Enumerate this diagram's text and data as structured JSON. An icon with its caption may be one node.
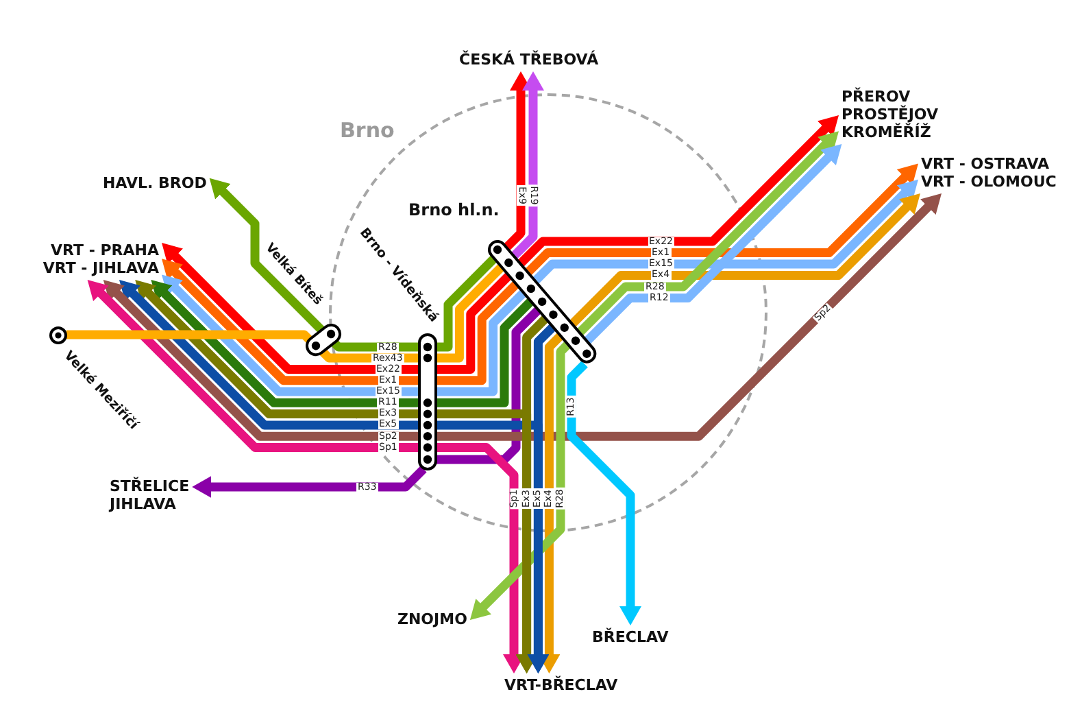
{
  "diagram": {
    "nodes": [
      {
        "text": [
          "ČESKÁ TŘEBOVÁ"
        ]
      },
      {
        "text": [
          "PŘEROV PROSTĚJOV KROMĚŘÍŽ"
        ]
      },
      {
        "text": [
          "Brno"
        ]
      },
      {
        "text": [],
        "shape": "bar",
        "beside": [
          "Brno hl.n."
        ],
        "in": 2
      },
      {
        "text": [],
        "shape": "bar",
        "beside": [
          "Brno - Vídeňská"
        ],
        "in": 2
      },
      {
        "text": [
          "VRT - OSTRAVA VRT - OLOMOUC"
        ]
      },
      {
        "text": [
          "HAVL. BROD"
        ]
      },
      {
        "text": [
          "VRT - PRAHA VRT - JIHLAVA"
        ]
      },
      {
        "text": [],
        "shape": "bar",
        "beside": [
          "Velká Bíteš"
        ]
      },
      {
        "text": [],
        "shape": "circle",
        "beside": [
          "Velké Meziříčí"
        ]
      },
      {
        "text": [
          "STŘELICE JIHLAVA"
        ]
      },
      {
        "text": [
          "ZNOJMO"
        ]
      },
      {
        "text": [
          "BŘECLAV"
        ]
      },
      {
        "text": [
          "VRT-BŘECLAV"
        ]
      }
    ],
    "edges": [
      {
        "from": 3,
        "to": 0,
        "arrow": "to",
        "label": "Ex9",
        "color": "#ff0000"
      },
      {
        "from": 3,
        "to": 0,
        "arrow": "to",
        "label": "R19",
        "color": "#c54cf0"
      },
      {
        "from": 4,
        "to": 7,
        "arrow": "to",
        "label": "Ex22",
        "color": "#ff0000"
      },
      {
        "from": 4,
        "to": 7,
        "arrow": "to",
        "label": "Ex1",
        "color": "#ff6600"
      },
      {
        "from": 4,
        "to": 7,
        "arrow": "to",
        "label": "Ex15",
        "color": "#7ab6ff"
      },
      {
        "from": 4,
        "to": 7,
        "arrow": "to",
        "label": "R11",
        "color": "#2b7a0b"
      },
      {
        "from": 4,
        "to": 7,
        "arrow": "to",
        "label": "Ex3",
        "color": "#7a7a00"
      },
      {
        "from": 4,
        "to": 7,
        "arrow": "to",
        "label": "Ex5",
        "color": "#0d4ea6"
      },
      {
        "from": 4,
        "to": 7,
        "arrow": "to",
        "label": "Sp2",
        "color": "#94524a"
      },
      {
        "from": 4,
        "to": 7,
        "arrow": "to",
        "label": "Sp1",
        "color": "#e8137f"
      },
      {
        "from": 8,
        "to": 6,
        "arrow": "to",
        "color": "#6aa600"
      },
      {
        "from": 8,
        "to": 4,
        "arrow": "none",
        "label": "R28",
        "color": "#6aa600"
      },
      {
        "from": 9,
        "to": 8,
        "arrow": "none",
        "color": "#ffac00"
      },
      {
        "from": 8,
        "to": 4,
        "arrow": "none",
        "label": "Rex43",
        "color": "#ffac00"
      },
      {
        "from": 4,
        "to": 10,
        "arrow": "to",
        "label": "R33",
        "color": "#8a00a8"
      },
      {
        "from": 4,
        "to": 3,
        "arrow": "none",
        "color": "#6aa600"
      },
      {
        "from": 4,
        "to": 3,
        "arrow": "none",
        "color": "#ffac00"
      },
      {
        "from": 4,
        "to": 3,
        "arrow": "none",
        "color": "#ff0000"
      },
      {
        "from": 4,
        "to": 3,
        "arrow": "none",
        "color": "#ff6600"
      },
      {
        "from": 4,
        "to": 3,
        "arrow": "none",
        "color": "#7ab6ff"
      },
      {
        "from": 4,
        "to": 3,
        "arrow": "none",
        "color": "#2b7a0b"
      },
      {
        "from": 4,
        "to": 3,
        "arrow": "none",
        "color": "#8a00a8"
      },
      {
        "from": 4,
        "to": 13,
        "arrow": "to",
        "label": "Sp1",
        "color": "#e8137f"
      },
      {
        "from": 4,
        "to": 13,
        "arrow": "to",
        "label": "Ex3",
        "color": "#7a7a00"
      },
      {
        "from": 4,
        "to": 13,
        "arrow": "to",
        "label": "Ex5",
        "color": "#0d4ea6"
      },
      {
        "from": 4,
        "to": 5,
        "arrow": "to",
        "label": "Sp2",
        "color": "#94524a"
      },
      {
        "from": 3,
        "to": 1,
        "arrow": "to",
        "label": "Ex22",
        "color": "#ff0000"
      },
      {
        "from": 3,
        "to": 5,
        "arrow": "to",
        "label": "Ex1",
        "color": "#ff6600"
      },
      {
        "from": 3,
        "to": 5,
        "arrow": "to",
        "label": "Ex15",
        "color": "#7ab6ff"
      },
      {
        "from": 3,
        "to": 5,
        "arrow": "to",
        "label": "Ex4",
        "color": "#eb9d00"
      },
      {
        "from": 3,
        "to": 1,
        "arrow": "to",
        "label": "R28",
        "color": "#8cc63f"
      },
      {
        "from": 3,
        "to": 1,
        "arrow": "to",
        "label": "R12",
        "color": "#7ab6ff"
      },
      {
        "from": 3,
        "to": 13,
        "arrow": "to",
        "label": "Ex4",
        "color": "#eb9d00"
      },
      {
        "from": 3,
        "to": 11,
        "arrow": "to",
        "label": "R28",
        "color": "#8cc63f"
      },
      {
        "from": 3,
        "to": 12,
        "arrow": "to",
        "label": "R13",
        "color": "#00c8ff"
      },
      {
        "from": 3,
        "to": 13,
        "arrow": "to",
        "color": "#7a7a00"
      },
      {
        "from": 3,
        "to": 13,
        "arrow": "to",
        "color": "#0d4ea6"
      }
    ]
  }
}
